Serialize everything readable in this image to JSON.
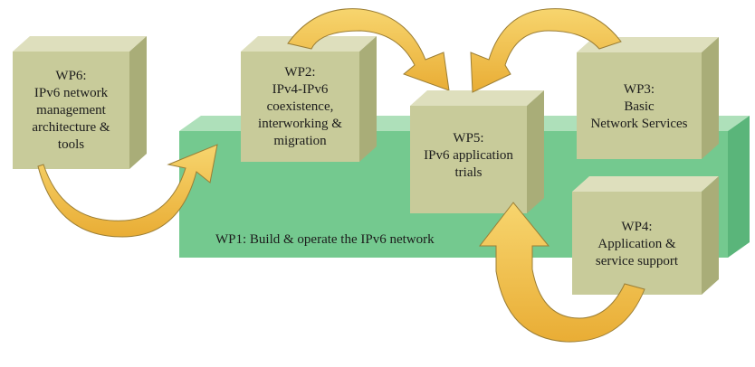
{
  "colors": {
    "slab_front": "#74c98f",
    "slab_top": "#aee0ba",
    "slab_side": "#5ab57a",
    "box_front": "#c8cb9a",
    "box_top": "#dedfbd",
    "box_side": "#a9ad78",
    "arrow_fill": "#f2c04b",
    "arrow_edge": "#9b7e35"
  },
  "wp1": {
    "label": "WP1: Build & operate the IPv6 network"
  },
  "wp6": {
    "lines": [
      "WP6:",
      "IPv6 network",
      "management",
      "architecture &",
      "tools"
    ]
  },
  "wp2": {
    "lines": [
      "WP2:",
      "IPv4-IPv6",
      "coexistence,",
      "interworking &",
      "migration"
    ]
  },
  "wp5": {
    "lines": [
      "WP5:",
      "IPv6 application",
      "trials"
    ]
  },
  "wp3": {
    "lines": [
      "WP3:",
      "Basic",
      "Network Services"
    ]
  },
  "wp4": {
    "lines": [
      "WP4:",
      "Application &",
      "service support"
    ]
  }
}
